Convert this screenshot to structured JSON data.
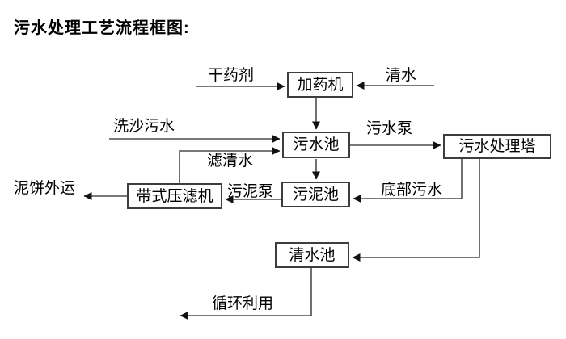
{
  "title": "污水处理工艺流程框图:",
  "colors": {
    "background": "#ffffff",
    "text": "#000000",
    "line": "#4d4d4d",
    "arrowhead": "#111111"
  },
  "diagram": {
    "nodes": {
      "dosing_machine": "加药机",
      "sewage_pool": "污水池",
      "treatment_tower": "污水处理塔",
      "sludge_pool": "污泥池",
      "belt_filter_press": "带式压滤机",
      "clean_water_pool": "清水池"
    },
    "edge_labels": {
      "dry_chemical": "干药剂",
      "clean_water": "清水",
      "sand_washing_sewage": "洗沙污水",
      "filtered_water": "滤清水",
      "sewage_pump": "污水泵",
      "bottom_sewage": "底部污水",
      "sludge_pump": "污泥泵",
      "mud_cake_out": "泥饼外运",
      "recycle": "循环利用"
    }
  }
}
